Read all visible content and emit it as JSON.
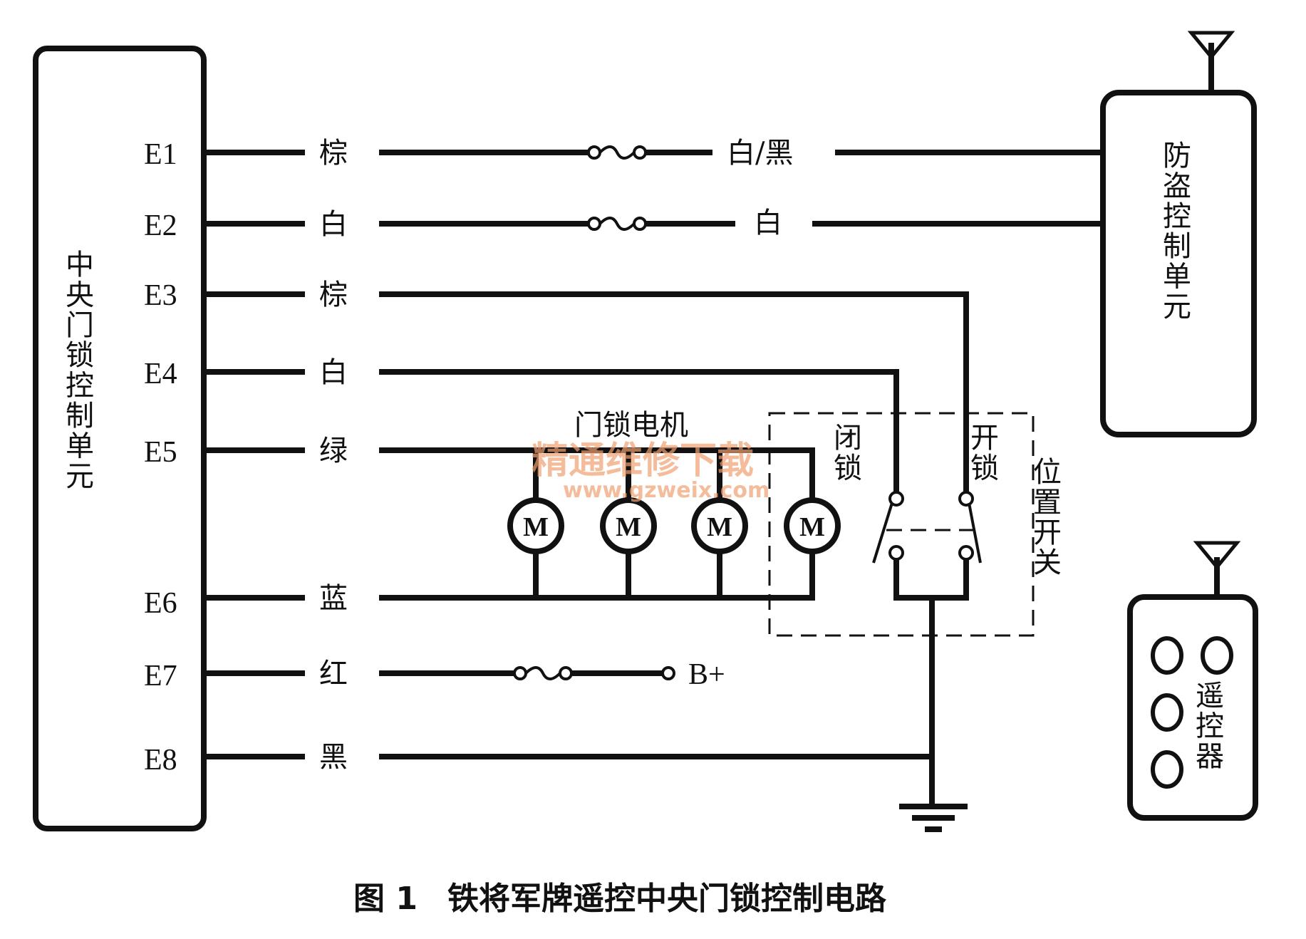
{
  "diagram": {
    "ecu_label": "中央门锁控制单元",
    "antitheft_label": "防盗控制单元",
    "remote_label": "遥控器",
    "motor_group_label": "门锁电机",
    "motor_symbol": "M",
    "lock_label": "闭锁",
    "unlock_label": "开锁",
    "position_switch_label": "位置开关",
    "battery_label": "B+",
    "pins": [
      {
        "pin": "E1",
        "wire_color": "棕",
        "remote_color": "白/黑"
      },
      {
        "pin": "E2",
        "wire_color": "白",
        "remote_color": "白"
      },
      {
        "pin": "E3",
        "wire_color": "棕"
      },
      {
        "pin": "E4",
        "wire_color": "白"
      },
      {
        "pin": "E5",
        "wire_color": "绿"
      },
      {
        "pin": "E6",
        "wire_color": "蓝"
      },
      {
        "pin": "E7",
        "wire_color": "红"
      },
      {
        "pin": "E8",
        "wire_color": "黑"
      }
    ]
  },
  "watermark": {
    "text": "精通维修下载",
    "url": "www.gzweix.com"
  },
  "caption": {
    "figure_number": "图 1",
    "title": "铁将军牌遥控中央门锁控制电路"
  }
}
